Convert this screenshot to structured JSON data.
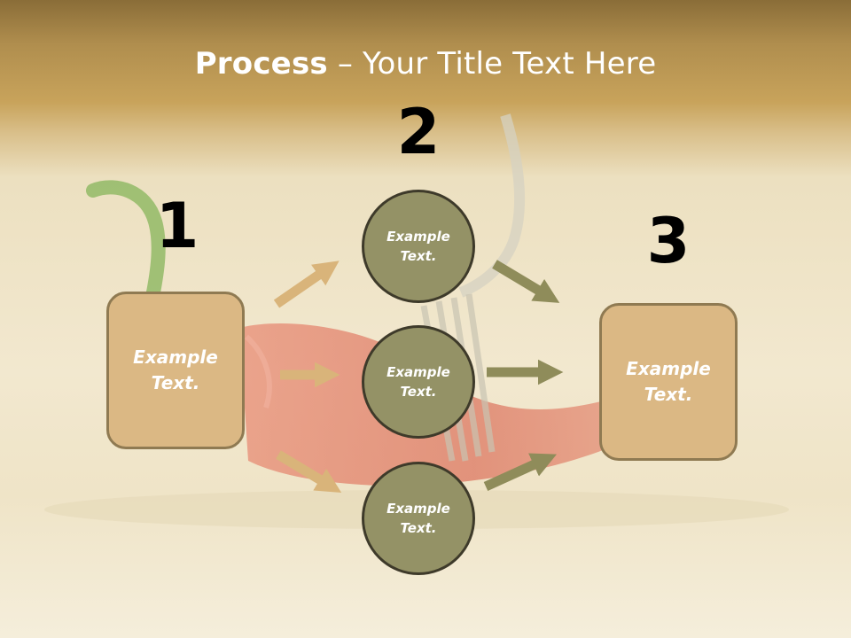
{
  "title": {
    "bold": "Process",
    "rest": " – Your Title Text Here"
  },
  "steps": {
    "one": "1",
    "two": "2",
    "three": "3"
  },
  "left_box": {
    "text": "Example\nText."
  },
  "circles": [
    {
      "text": "Example\nText."
    },
    {
      "text": "Example\nText."
    },
    {
      "text": "Example\nText."
    }
  ],
  "right_box": {
    "text": "Example\nText."
  },
  "colors": {
    "box_fill": "#dbb884",
    "box_border": "#8f7a52",
    "circle_fill": "#949266",
    "circle_border": "#3e3a2a",
    "arrow_in": "#d9b47a",
    "arrow_out": "#8f8c5a"
  }
}
